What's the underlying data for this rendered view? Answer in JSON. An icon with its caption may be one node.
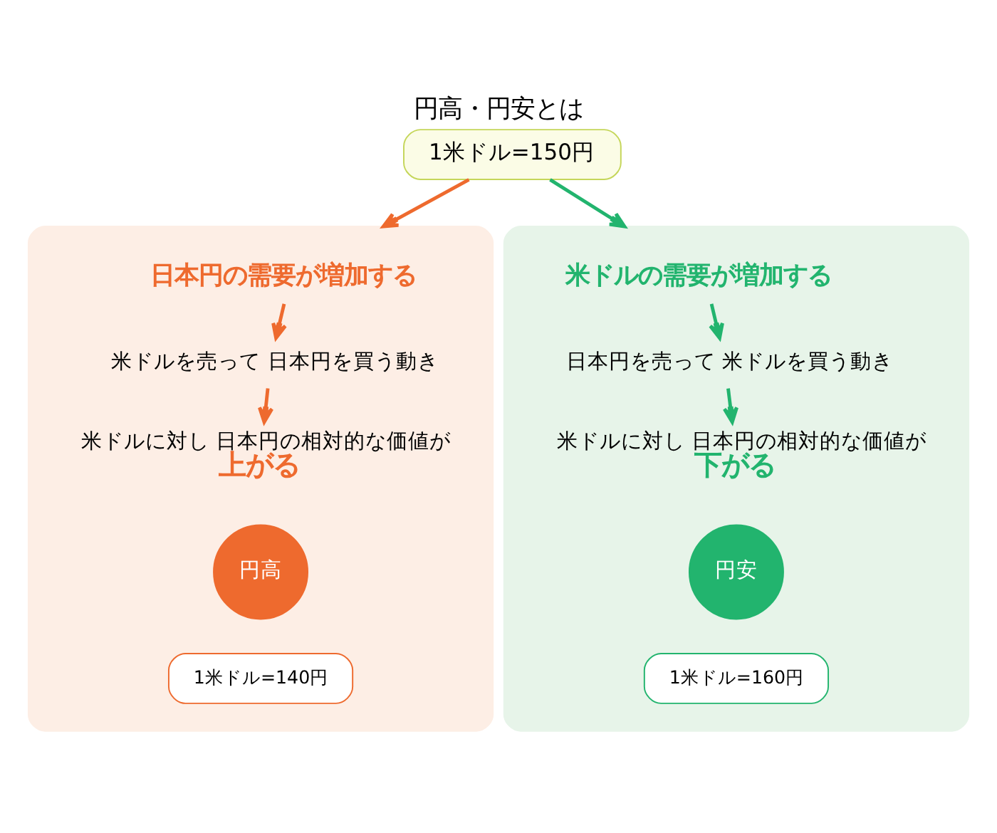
{
  "diagram": {
    "title": "円高・円安とは",
    "nodes": [
      {
        "text": [
          "1米ドル=150円"
        ]
      },
      {
        "text": [],
        "shape": "box"
      },
      {
        "text": [
          "日本円の需要が増加する"
        ],
        "in": 1
      },
      {
        "text": [
          "米ドルを売って 日本円を買う動き"
        ],
        "in": 1
      },
      {
        "text": [
          "米ドルに対し 日本円の相対的な価値が",
          "上がる"
        ],
        "in": 1
      },
      {
        "text": [
          "円高"
        ],
        "in": 1
      },
      {
        "text": [
          "1米ドル=140円"
        ],
        "in": 1
      },
      {
        "text": [],
        "shape": "box"
      },
      {
        "text": [
          "米ドルの需要が増加する"
        ],
        "in": 7
      },
      {
        "text": [
          "日本円を売って 米ドルを買う動き"
        ],
        "in": 7
      },
      {
        "text": [
          "米ドルに対し 日本円の相対的な価値が",
          "下がる"
        ],
        "in": 7
      },
      {
        "text": [
          "円安"
        ],
        "in": 7
      },
      {
        "text": [
          "1米ドル=160円"
        ],
        "in": 7
      }
    ],
    "edges": [
      {
        "from": 0,
        "to": 2,
        "arrow": "to",
        "color": "#ee6a2e"
      },
      {
        "from": 2,
        "to": 3,
        "arrow": "to",
        "color": "#ee6a2e"
      },
      {
        "from": 3,
        "to": 4,
        "arrow": "to",
        "color": "#ee6a2e"
      },
      {
        "from": 0,
        "to": 8,
        "arrow": "to",
        "color": "#22b46e"
      },
      {
        "from": 8,
        "to": 9,
        "arrow": "to",
        "color": "#22b46e"
      },
      {
        "from": 9,
        "to": 10,
        "arrow": "to",
        "color": "#22b46e"
      }
    ]
  }
}
